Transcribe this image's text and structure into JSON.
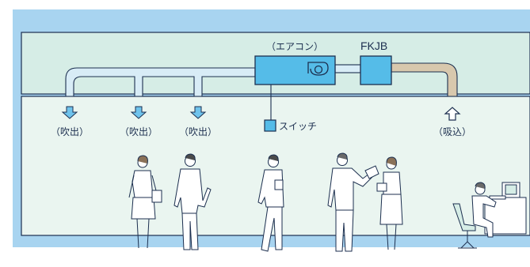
{
  "labels": {
    "aircon": "（エアコン）",
    "fkjb": "FKJB",
    "switch": "スイッチ",
    "outlet_1": "（吹出）",
    "outlet_2": "（吹出）",
    "outlet_3": "（吹出）",
    "intake": "（吸込）"
  },
  "colors": {
    "frame": "#a8d4f0",
    "ceiling": "#d6ede6",
    "room": "#eaf5f0",
    "border": "#1c2f4f",
    "unit": "#55bce8",
    "duct_supply": "#d8ecf6",
    "duct_return": "#d8c8ad",
    "arrow": "#6fc3ec"
  },
  "icons": [
    "fan-icon",
    "down-arrow-icon",
    "up-arrow-icon"
  ]
}
